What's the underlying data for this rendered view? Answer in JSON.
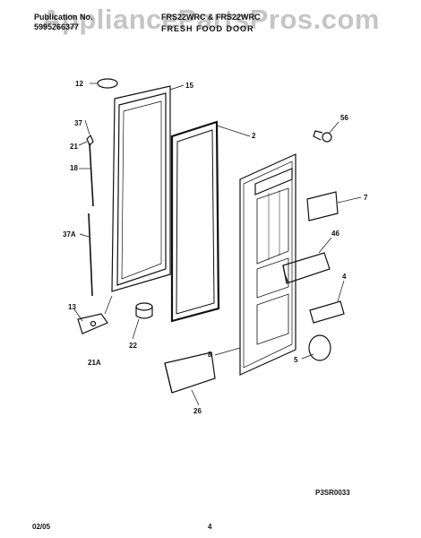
{
  "header": {
    "pub_label": "Publication No.",
    "pub_number": "5995266377",
    "models": "FRS22WRC & FRS22WRC",
    "section": "FRESH FOOD DOOR"
  },
  "watermark": "AppliancePartsPros.com",
  "callouts": [
    "12",
    "15",
    "37",
    "21",
    "18",
    "2",
    "56",
    "7",
    "37A",
    "46",
    "4",
    "13",
    "22",
    "8",
    "5",
    "21A",
    "26"
  ],
  "diagram_code": "P3SR0033",
  "footer": {
    "date": "02/05",
    "page": "4"
  }
}
